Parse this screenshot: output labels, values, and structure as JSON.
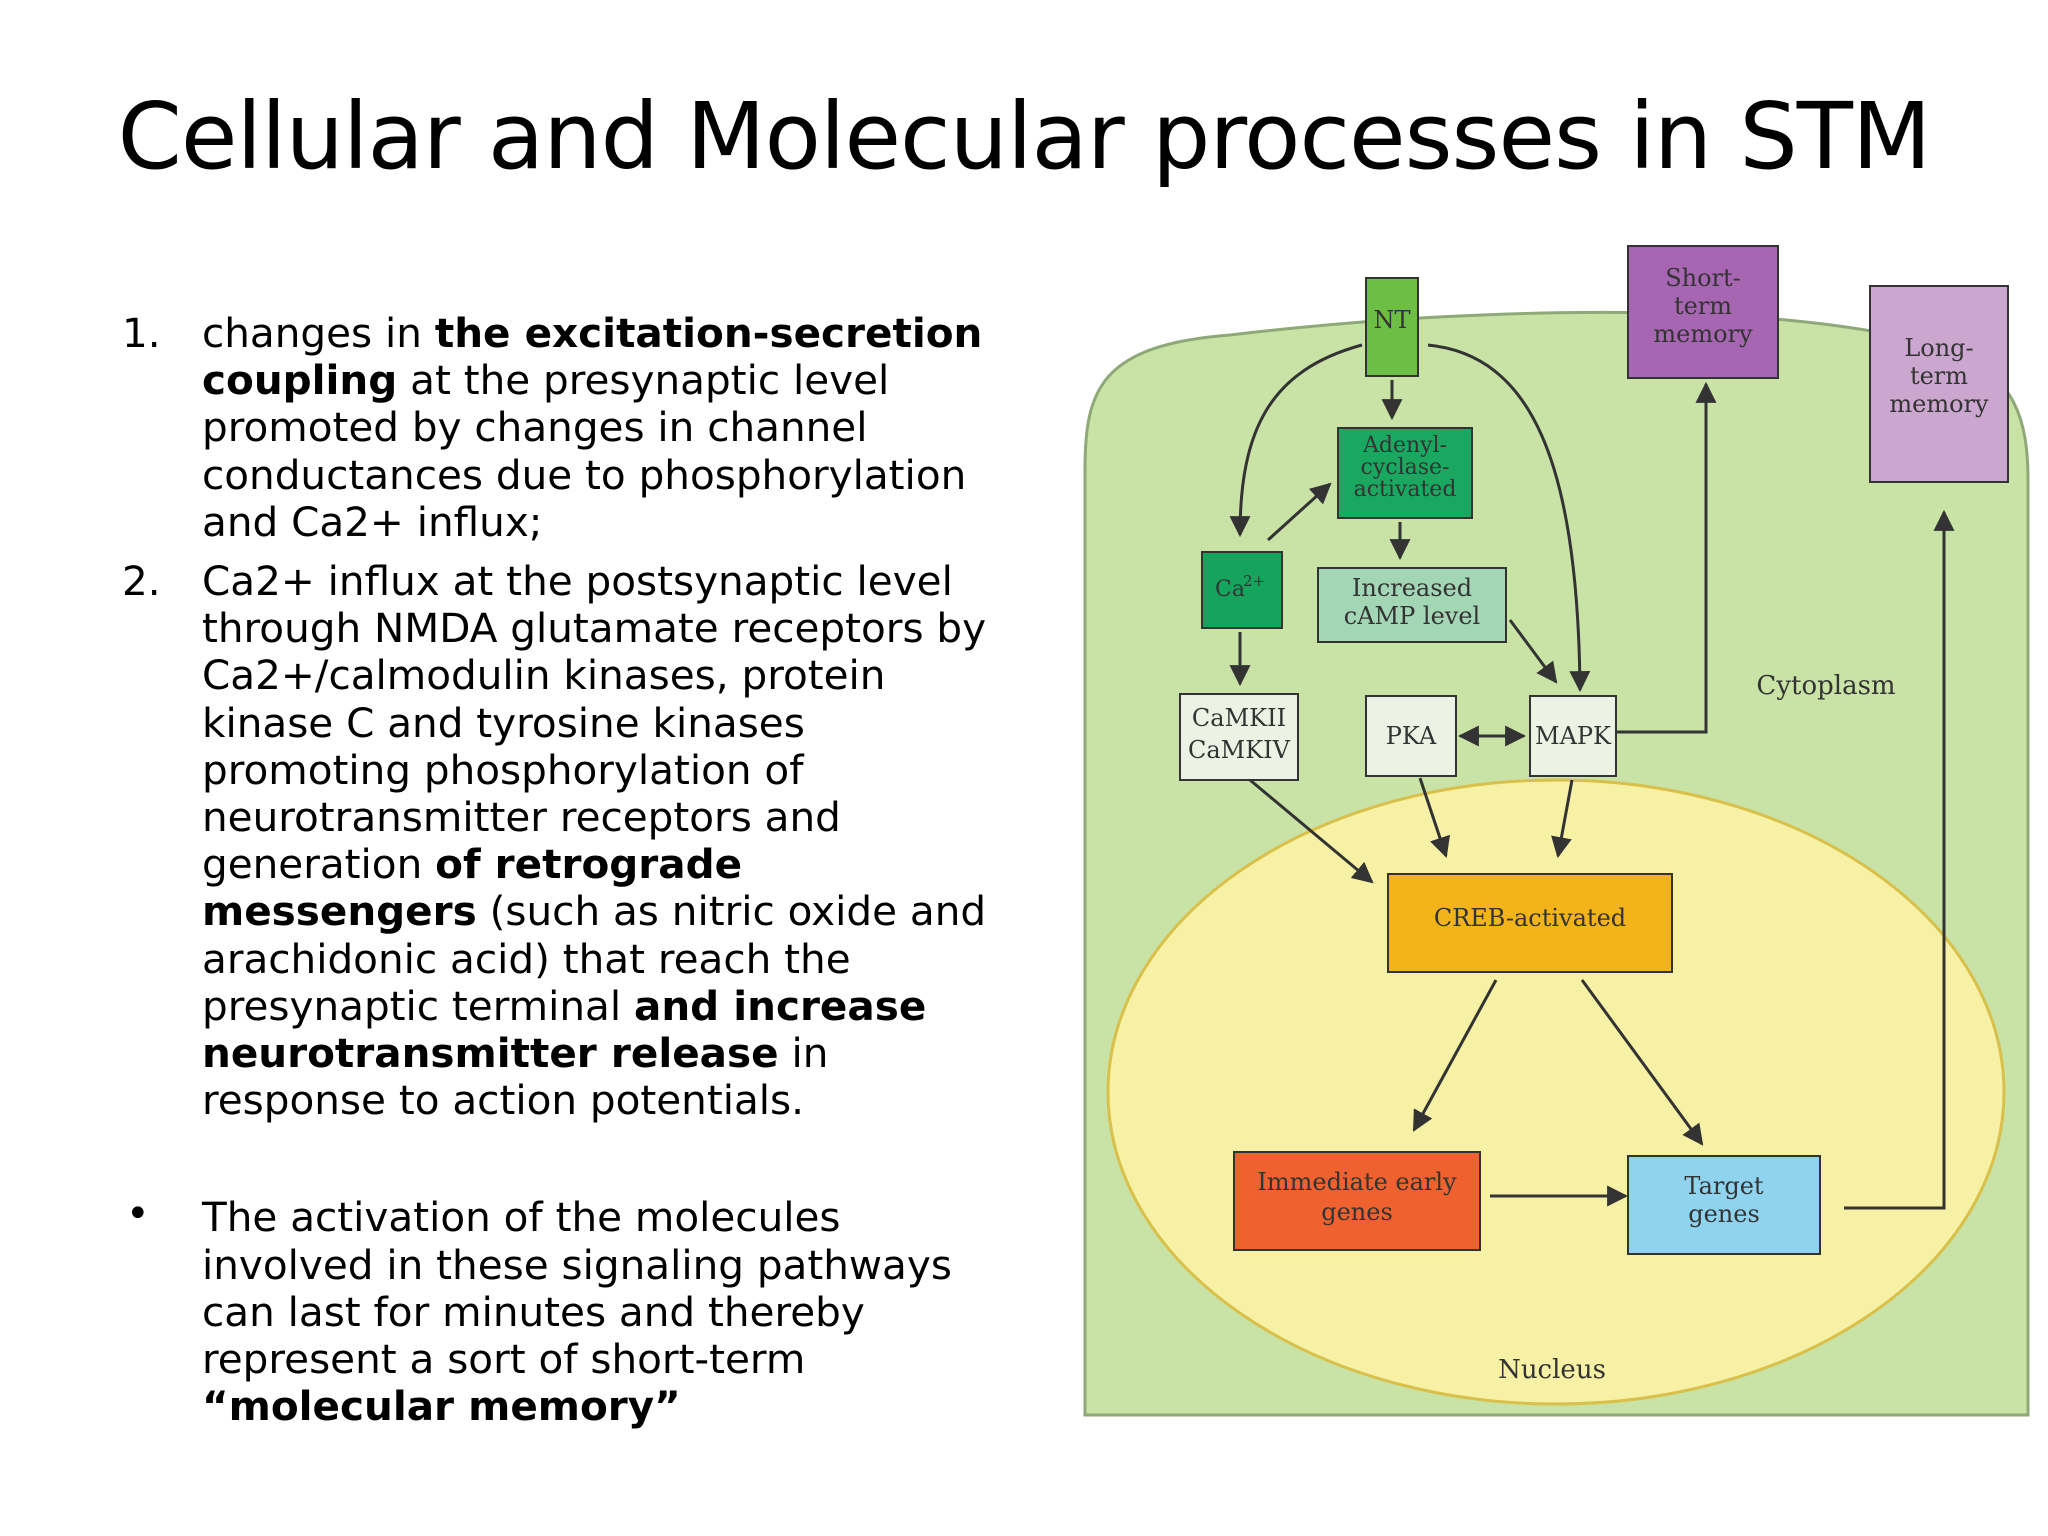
{
  "slide": {
    "title": "Cellular and Molecular processes in STM"
  },
  "text": {
    "item1": {
      "marker": "1.",
      "parts": [
        {
          "t": "changes in ",
          "b": false
        },
        {
          "t": "the excitation-secretion coupling",
          "b": true
        },
        {
          "t": " at the presynaptic level promoted by changes in channel conductances due to phosphorylation and Ca2+ influx;",
          "b": false
        }
      ]
    },
    "item2": {
      "marker": "2.",
      "parts": [
        {
          "t": "Ca2+ influx at the postsynaptic level through NMDA glutamate receptors by Ca2+/calmodulin kinases, protein kinase C and tyrosine kinases promoting phosphorylation of neurotransmitter receptors and generation ",
          "b": false
        },
        {
          "t": "of retrograde messengers",
          "b": true
        },
        {
          "t": " (such as nitric oxide and arachidonic acid) that reach the presynaptic terminal ",
          "b": false
        },
        {
          "t": "and increase neurotransmitter release",
          "b": true
        },
        {
          "t": " in response to action potentials.",
          "b": false
        }
      ]
    },
    "item3": {
      "marker": "•",
      "parts": [
        {
          "t": "The activation of the molecules involved in these signaling pathways can last for minutes and thereby represent a sort of short-term ",
          "b": false
        },
        {
          "t": "“molecular memory”",
          "b": true
        }
      ]
    }
  },
  "diagram": {
    "colors": {
      "cytoplasm": "#c9e2a6",
      "nucleus": "#f7f1a5",
      "nt": "#6cbe45",
      "adenyl": "#1aa860",
      "ca": "#16a35b",
      "camp": "#a3d6b5",
      "kinase": "#ecf3e4",
      "creb": "#f2b418",
      "ieg": "#ef6230",
      "target": "#8fd3ef",
      "stm": "#a766b2",
      "ltm": "#cba6cf"
    },
    "labels": {
      "nt": "NT",
      "adenyl": [
        "Adenyl-",
        "cyclase-",
        "activated"
      ],
      "ca": "Ca",
      "ca_sup": "2+",
      "camp": [
        "Increased",
        "cAMP level"
      ],
      "camk": [
        "CaMKII",
        "CaMKIV"
      ],
      "pka": "PKA",
      "mapk": "MAPK",
      "creb": "CREB-activated",
      "ieg": [
        "Immediate early",
        "genes"
      ],
      "target": [
        "Target",
        "genes"
      ],
      "stm": [
        "Short-",
        "term",
        "memory"
      ],
      "ltm": [
        "Long-",
        "term",
        "memory"
      ],
      "cytoplasm": "Cytoplasm",
      "nucleus": "Nucleus"
    }
  }
}
